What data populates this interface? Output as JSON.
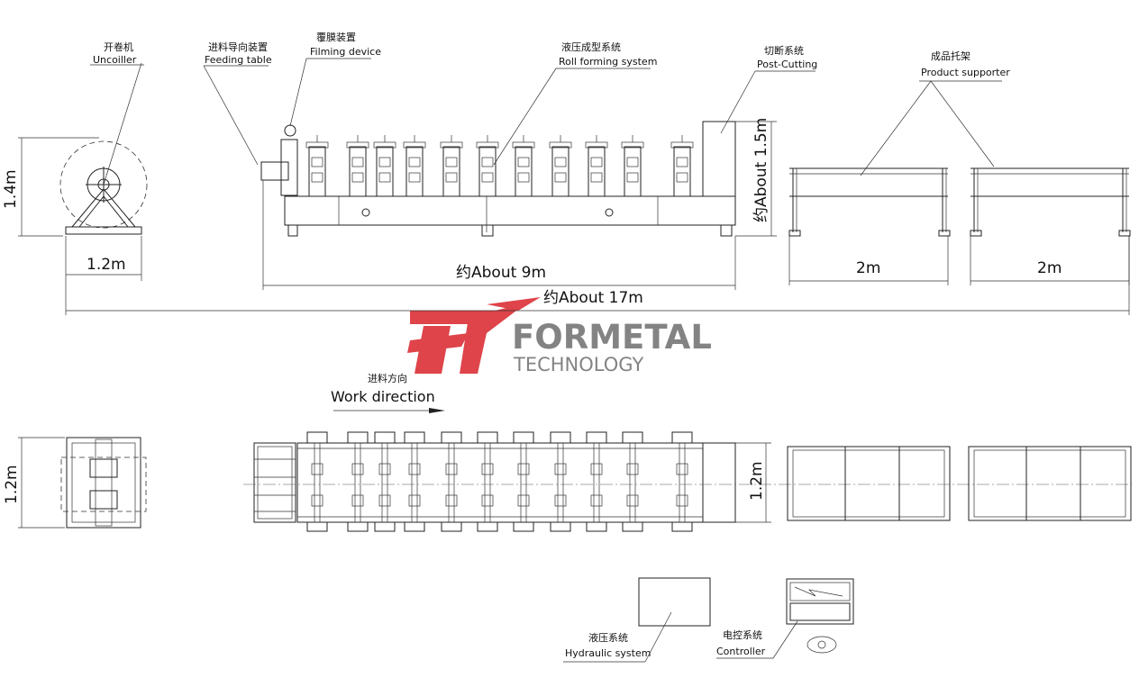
{
  "labels": {
    "uncoiller_cn": "开卷机",
    "uncoiller_en": "Uncoiller",
    "feeding_cn": "进料导向装置",
    "feeding_en": "Feeding table",
    "filming_cn": "覆膜装置",
    "filming_en": "Filming device",
    "roll_cn": "液压成型系统",
    "roll_en": "Roll forming system",
    "cutting_cn": "切断系统",
    "cutting_en": "Post-Cutting",
    "supporter_cn": "成品托架",
    "supporter_en": "Product supporter",
    "work_cn": "进料方向",
    "work_en": "Work direction",
    "hydraulic_cn": "液压系统",
    "hydraulic_en": "Hydraulic system",
    "controller_cn": "电控系统",
    "controller_en": "Controller"
  },
  "dimensions": {
    "uncoiller_height": "1.4m",
    "uncoiller_width": "1.2m",
    "machine_length": "约About 9m",
    "total_length": "约About 17m",
    "machine_height": "约About 1.5m",
    "supporter1_length": "2m",
    "supporter2_length": "2m",
    "plan_uncoiller_width": "1.2m",
    "plan_machine_width": "1.2m"
  },
  "logo": {
    "name": "FORMETAL",
    "sub": "TECHNOLOGY",
    "mark_color": "#d9242b",
    "text_color": "#6e6e6e"
  }
}
